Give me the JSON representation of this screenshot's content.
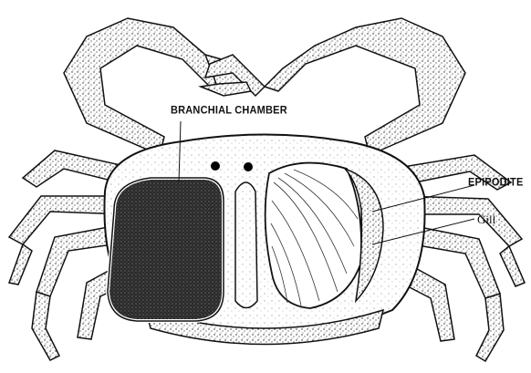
{
  "labels": {
    "branchial_chamber": "BRANCHIAL CHAMBER",
    "epipodite": "EPIPODITE",
    "gill": "Gill"
  }
}
